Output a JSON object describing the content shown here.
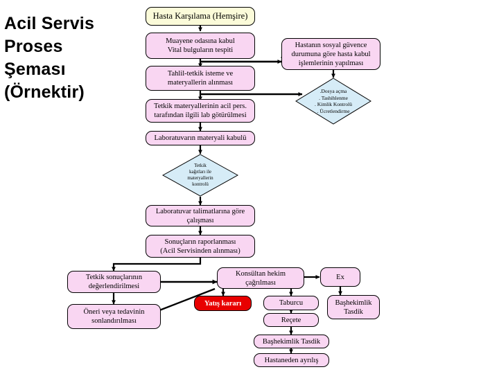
{
  "title": {
    "line1": "Acil Servis",
    "line2": "Proses",
    "line3": "Şeması (Örnektir)"
  },
  "colors": {
    "node_pink": "#f9d6f2",
    "node_cream": "#fbfbd9",
    "node_blue": "#d6ecf7",
    "node_red": "#e80000",
    "stroke": "#000000",
    "background": "#ffffff"
  },
  "nodes": [
    {
      "id": "n1",
      "label": "Hasta Karşılama (Hemşire)",
      "shape": "rounded-rect",
      "color": "cream"
    },
    {
      "id": "n2",
      "label": "Muayene odasına kabul\nVital bulguların tespiti",
      "shape": "rounded-rect",
      "color": "pink"
    },
    {
      "id": "n3",
      "label": "Tahlil-tetkik isteme ve\nmateryallerin alınması",
      "shape": "rounded-rect",
      "color": "pink"
    },
    {
      "id": "n4",
      "label": "Tetkik materyallerinin acil pers.\ntarafından ilgili lab götürülmesi",
      "shape": "rounded-rect",
      "color": "pink"
    },
    {
      "id": "n5",
      "label": "Laboratuvarın materyali kabulü",
      "shape": "rounded-rect",
      "color": "pink"
    },
    {
      "id": "n6",
      "label": "Hastanın sosyal güvence\ndurumuna göre hasta kabul\nişlemlerinin yapılması",
      "shape": "rounded-rect",
      "color": "pink"
    },
    {
      "id": "n7",
      "label": ".Dosya açma\n. Tashihlenme\n. Kimlik Kontrolü\n. Ücretlendirme",
      "shape": "diamond",
      "color": "blue"
    },
    {
      "id": "n8",
      "label": "Tetkik\nkağıtları ile\nmateryallerin\nkontrolü",
      "shape": "diamond",
      "color": "blue"
    },
    {
      "id": "n9",
      "label": "Laboratuvar talimatlarına göre\nçalışması",
      "shape": "rounded-rect",
      "color": "pink"
    },
    {
      "id": "n10",
      "label": "Sonuçların raporlanması\n(Acil Servisinden alınması)",
      "shape": "rounded-rect",
      "color": "pink"
    },
    {
      "id": "n11",
      "label": "Tetkik sonuçlarının\ndeğerlendirilmesi",
      "shape": "rounded-rect",
      "color": "pink"
    },
    {
      "id": "n12",
      "label": "Öneri veya tedavinin\nsonlandırılması",
      "shape": "rounded-rect",
      "color": "pink"
    },
    {
      "id": "n13",
      "label": "Konsültan hekim çağrılması",
      "shape": "rounded-rect",
      "color": "pink"
    },
    {
      "id": "n14",
      "label": "Ex",
      "shape": "rounded-rect",
      "color": "pink"
    },
    {
      "id": "n15",
      "label": "Yatış kararı",
      "shape": "rounded-rect",
      "color": "red"
    },
    {
      "id": "n16",
      "label": "Taburcu",
      "shape": "rounded-rect",
      "color": "pink"
    },
    {
      "id": "n17",
      "label": "Başhekimlik\nTasdik",
      "shape": "rounded-rect",
      "color": "pink"
    },
    {
      "id": "n18",
      "label": "Reçete",
      "shape": "rounded-rect",
      "color": "pink"
    },
    {
      "id": "n19",
      "label": "Başhekimlik  Tasdik",
      "shape": "rounded-rect",
      "color": "pink"
    },
    {
      "id": "n20",
      "label": "Hastaneden ayrılış",
      "shape": "rounded-rect",
      "color": "pink"
    }
  ],
  "edges": [
    {
      "from": "n1",
      "to": "n2",
      "type": "down"
    },
    {
      "from": "n2",
      "to": "n3",
      "type": "down"
    },
    {
      "from": "n2",
      "to": "n6",
      "type": "right"
    },
    {
      "from": "n3",
      "to": "n4",
      "type": "down"
    },
    {
      "from": "n3",
      "to": "n7",
      "type": "right"
    },
    {
      "from": "n6",
      "to": "n7",
      "type": "down"
    },
    {
      "from": "n4",
      "to": "n5",
      "type": "down"
    },
    {
      "from": "n5",
      "to": "n8",
      "type": "down"
    },
    {
      "from": "n8",
      "to": "n9",
      "type": "down"
    },
    {
      "from": "n9",
      "to": "n10",
      "type": "down"
    },
    {
      "from": "n10",
      "to": "n11",
      "type": "elbow-left"
    },
    {
      "from": "n11",
      "to": "n13",
      "type": "right"
    },
    {
      "from": "n11",
      "to": "n12",
      "type": "down"
    },
    {
      "from": "n13",
      "to": "n12",
      "type": "diagonal"
    },
    {
      "from": "n13",
      "to": "n14",
      "type": "right"
    },
    {
      "from": "n13",
      "to": "n15",
      "type": "down"
    },
    {
      "from": "n13",
      "to": "n16",
      "type": "down"
    },
    {
      "from": "n14",
      "to": "n17",
      "type": "down"
    },
    {
      "from": "n16",
      "to": "n18",
      "type": "down"
    },
    {
      "from": "n18",
      "to": "n19",
      "type": "down"
    },
    {
      "from": "n19",
      "to": "n20",
      "type": "down"
    }
  ]
}
